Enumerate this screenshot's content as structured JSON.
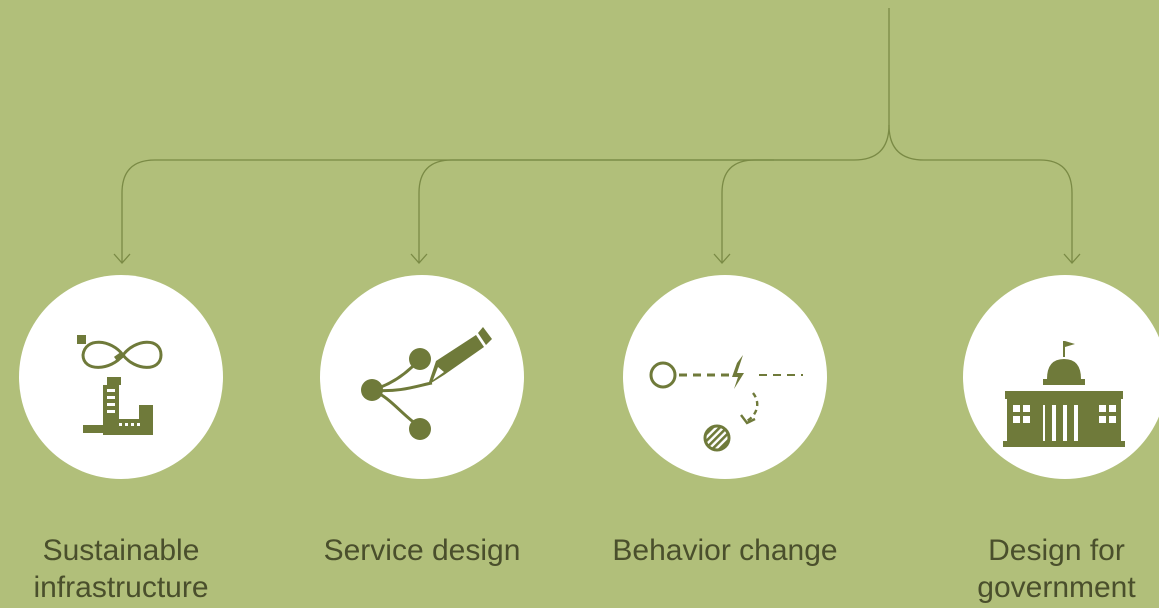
{
  "colors": {
    "background": "#b1bf7a",
    "line": "#7a8a45",
    "icon": "#6f7a3a",
    "circle": "#ffffff",
    "text": "#4a4f2c"
  },
  "nodes": [
    {
      "label_line1": "Sustainable",
      "label_line2": "infrastructure",
      "icon": "infinity-plug-city-icon"
    },
    {
      "label_line1": "Service design",
      "label_line2": "",
      "icon": "branching-pencil-icon"
    },
    {
      "label_line1": "Behavior change",
      "label_line2": "",
      "icon": "circle-lightning-redirect-icon"
    },
    {
      "label_line1": "Design for",
      "label_line2": "government",
      "icon": "government-building-icon"
    }
  ]
}
